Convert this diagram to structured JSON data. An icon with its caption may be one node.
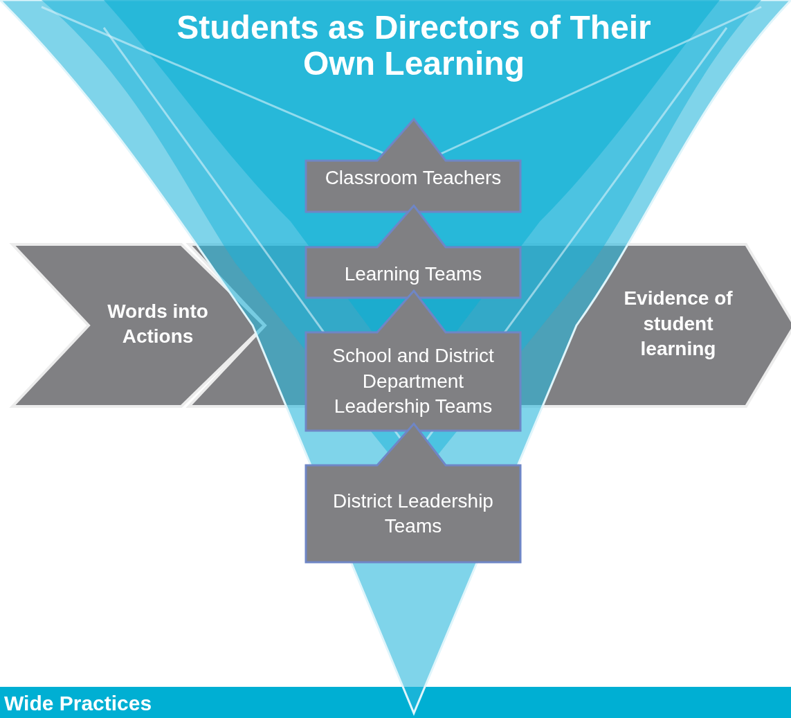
{
  "diagram": {
    "title": "Students as Directors of Their Own Learning",
    "nodes": [
      {
        "text": [
          "Classroom Teachers"
        ]
      },
      {
        "text": [
          "Words into Actions"
        ]
      },
      {
        "text": [
          "Learning Teams"
        ]
      },
      {
        "text": [
          "Evidence of student learning"
        ]
      },
      {
        "text": [
          "School and District Department Leadership Teams"
        ]
      },
      {
        "text": [
          "District Leadership Teams"
        ]
      },
      {
        "text": [
          "Wide Practices"
        ]
      }
    ]
  }
}
